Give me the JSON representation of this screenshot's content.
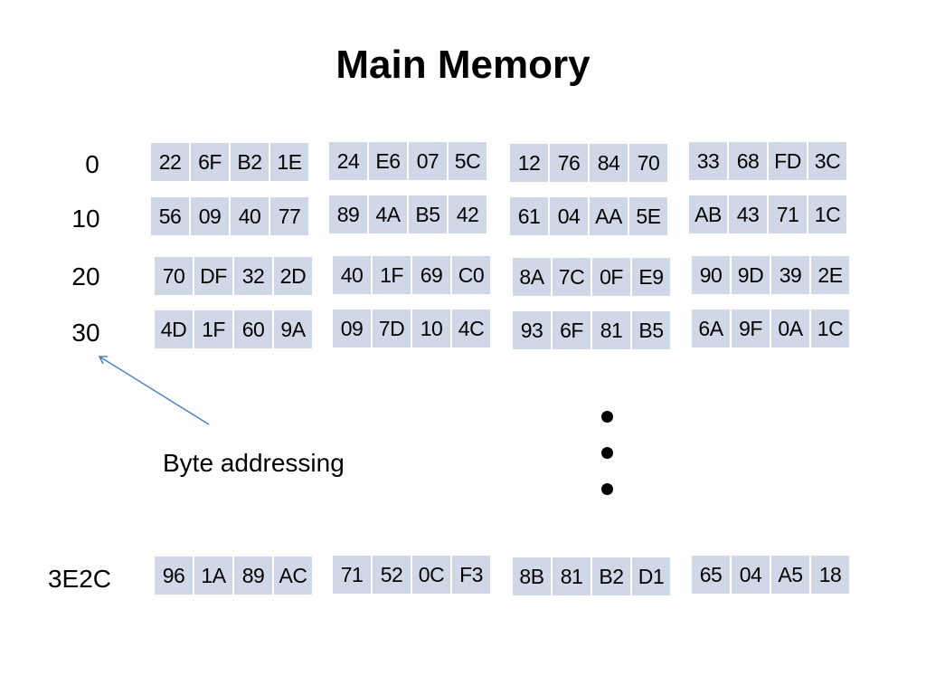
{
  "title": "Main Memory",
  "annotation": "Byte addressing",
  "ellipsis": [
    "•",
    "•",
    "•"
  ],
  "colors": {
    "cell_fill": "#d0d8e8",
    "arrow": "#4f81bd"
  },
  "memory_rows": [
    {
      "address": "0",
      "words": [
        [
          "22",
          "6F",
          "B2",
          "1E"
        ],
        [
          "24",
          "E6",
          "07",
          "5C"
        ],
        [
          "12",
          "76",
          "84",
          "70"
        ],
        [
          "33",
          "68",
          "FD",
          "3C"
        ]
      ]
    },
    {
      "address": "10",
      "words": [
        [
          "56",
          "09",
          "40",
          "77"
        ],
        [
          "89",
          "4A",
          "B5",
          "42"
        ],
        [
          "61",
          "04",
          "AA",
          "5E"
        ],
        [
          "AB",
          "43",
          "71",
          "1C"
        ]
      ]
    },
    {
      "address": "20",
      "words": [
        [
          "70",
          "DF",
          "32",
          "2D"
        ],
        [
          "40",
          "1F",
          "69",
          "C0"
        ],
        [
          "8A",
          "7C",
          "0F",
          "E9"
        ],
        [
          "90",
          "9D",
          "39",
          "2E"
        ]
      ]
    },
    {
      "address": "30",
      "words": [
        [
          "4D",
          "1F",
          "60",
          "9A"
        ],
        [
          "09",
          "7D",
          "10",
          "4C"
        ],
        [
          "93",
          "6F",
          "81",
          "B5"
        ],
        [
          "6A",
          "9F",
          "0A",
          "1C"
        ]
      ]
    },
    {
      "address": "3E2C",
      "words": [
        [
          "96",
          "1A",
          "89",
          "AC"
        ],
        [
          "71",
          "52",
          "0C",
          "F3"
        ],
        [
          "8B",
          "81",
          "B2",
          "D1"
        ],
        [
          "65",
          "04",
          "A5",
          "18"
        ]
      ]
    }
  ]
}
